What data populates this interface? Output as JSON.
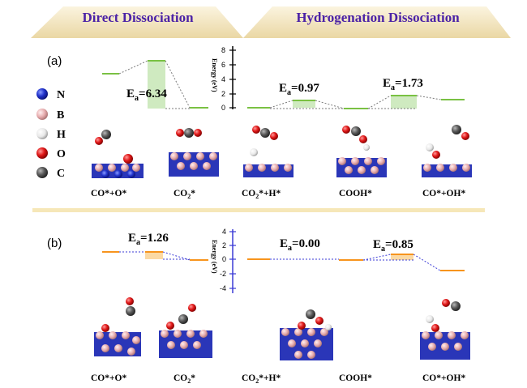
{
  "colors": {
    "header_band": "#f3e7c6",
    "header_text": "#4b22a6",
    "green": "#7ac143",
    "green_fill": "#cfeac0",
    "orange": "#f7941d",
    "orange_fill": "#fbd9a4",
    "axis_a": "#000000",
    "axis_b": "#3a3ad6",
    "dashed": "#7a7a7a",
    "divider": "#f6e7b8"
  },
  "header": {
    "left": "Direct Dissociation",
    "right": "Hydrogenation Dissociation"
  },
  "panels": [
    {
      "label": "(a)",
      "axis_title": "Energy (eV)",
      "axis_ticks": [
        "8",
        "6",
        "4",
        "2",
        "0"
      ],
      "barriers": [
        {
          "E": "E",
          "sub": "a",
          "val": "=6.34"
        },
        {
          "E": "E",
          "sub": "a",
          "val": "=0.97"
        },
        {
          "E": "E",
          "sub": "a",
          "val": "=1.73"
        }
      ],
      "species": [
        "CO*+O*",
        "CO",
        "*",
        "CO",
        "*+H*",
        "COOH*",
        "CO*+OH*"
      ],
      "species_subs": [
        "2",
        "2"
      ]
    },
    {
      "label": "(b)",
      "axis_title": "Energy (eV)",
      "axis_ticks": [
        "4",
        "2",
        "0",
        "-2",
        "-4"
      ],
      "barriers": [
        {
          "E": "E",
          "sub": "a",
          "val": "=1.26"
        },
        {
          "E": "E",
          "sub": "a",
          "val": "=0.00"
        },
        {
          "E": "E",
          "sub": "a",
          "val": "=0.85"
        }
      ],
      "species": [
        "CO*+O*",
        "CO",
        "*",
        "CO",
        "*+H*",
        "COOH*",
        "CO*+OH*"
      ],
      "species_subs": [
        "2",
        "2"
      ]
    }
  ],
  "legend": [
    {
      "symbol": "N",
      "color": "#2233cc"
    },
    {
      "symbol": "B",
      "color": "#f2b6b6"
    },
    {
      "symbol": "H",
      "color": "#ffffff"
    },
    {
      "symbol": "O",
      "color": "#e01818"
    },
    {
      "symbol": "C",
      "color": "#5a5a5a"
    }
  ]
}
